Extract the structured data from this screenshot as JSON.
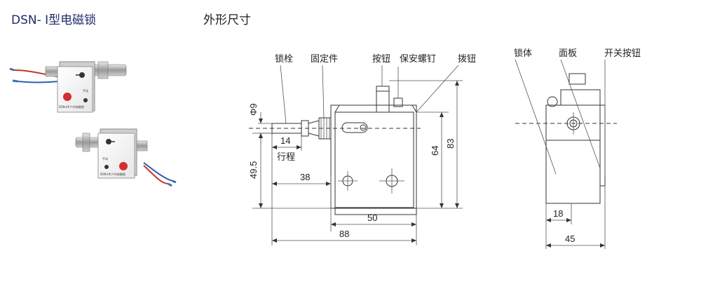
{
  "header": {
    "product_title": "DSN- Ⅰ型电磁锁",
    "section_title": "外形尺寸"
  },
  "photos": {
    "panel_label_top": "DSN-Ⅰ/Ⅱ 户内电磁锁",
    "panel_label_bottom": "DSN-Ⅰ/Ⅱ 户内电磁锁",
    "small_text": "手动"
  },
  "front_view": {
    "labels": {
      "lock_bolt": "锁栓",
      "fixing_part": "固定件",
      "button": "按钮",
      "safety_screw": "保安螺钉",
      "lever_button": "拨钮",
      "travel": "行程"
    },
    "dimensions": {
      "phi9": "Φ9",
      "d14": "14",
      "d49_5": "49.5",
      "d38": "38",
      "d50": "50",
      "d88": "88",
      "d64": "64",
      "d83": "83"
    }
  },
  "side_view": {
    "labels": {
      "lock_body": "锁体",
      "panel": "面板",
      "switch_button": "开关按钮"
    },
    "dimensions": {
      "d18": "18",
      "d45": "45"
    }
  }
}
